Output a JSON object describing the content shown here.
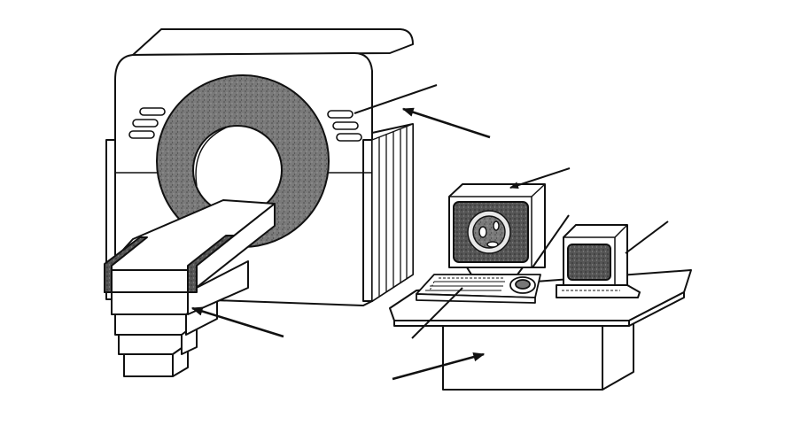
{
  "diagram": {
    "subject": "",
    "components": [
      {
        "id": "gantry"
      },
      {
        "id": "gantry-aperture"
      },
      {
        "id": "patient-table"
      },
      {
        "id": "control-console"
      },
      {
        "id": "main-monitor"
      },
      {
        "id": "secondary-monitor"
      },
      {
        "id": "keyboard"
      },
      {
        "id": "console-desk"
      }
    ],
    "pointer_lines": 7,
    "style": {
      "stroke": "#111111",
      "fill": "#ffffff",
      "shade": "#6b6b6b"
    }
  }
}
